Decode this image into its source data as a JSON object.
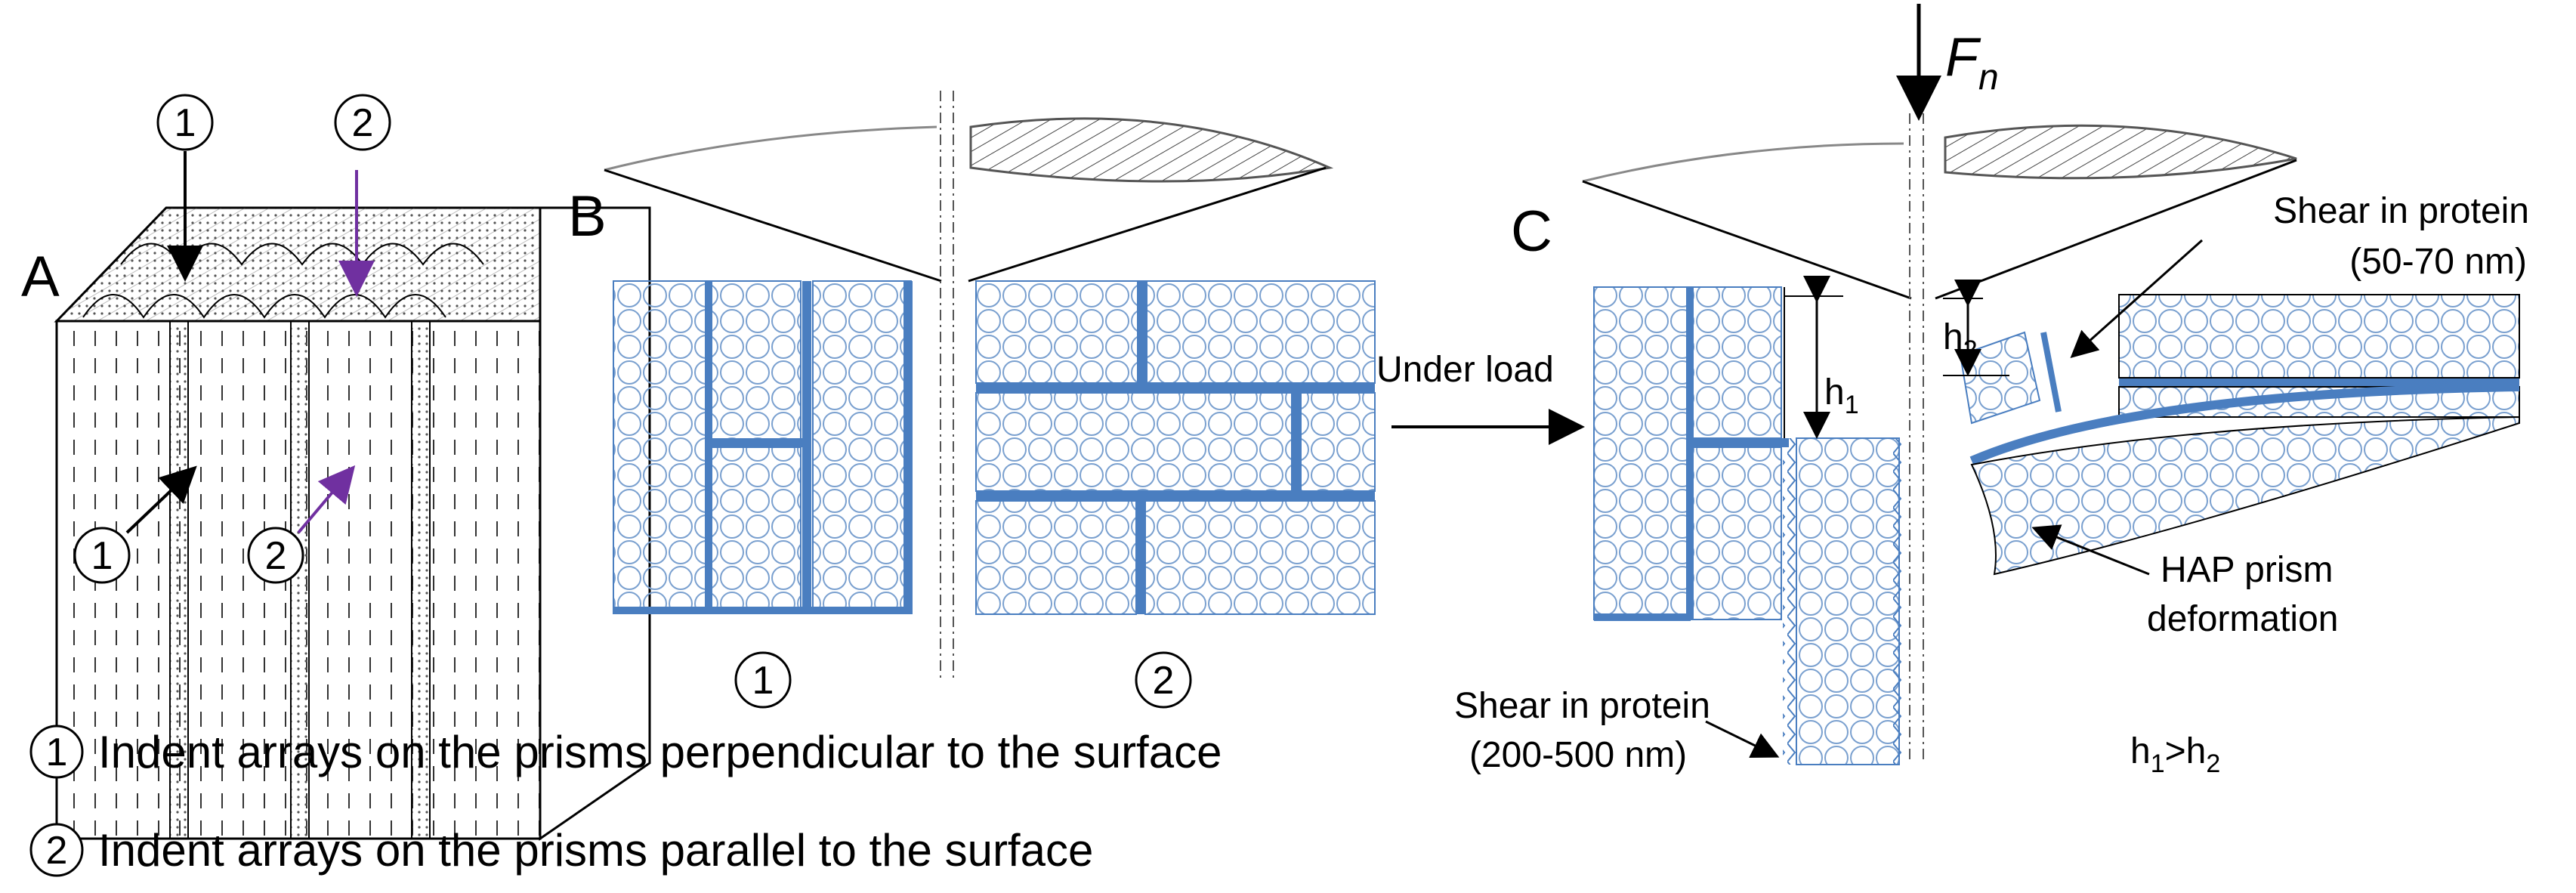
{
  "panels": {
    "a": "A",
    "b": "B",
    "c": "C"
  },
  "markers": {
    "one": "1",
    "two": "2"
  },
  "labels": {
    "under_load": "Under load",
    "force_symbol": "F",
    "force_sub": "n",
    "h1_base": "h",
    "h1_sub": "1",
    "h2_base": "h",
    "h2_sub": "2",
    "shear_c_line1": "Shear in protein",
    "shear_c_line2": "(50-70 nm)",
    "shear_b_line1": "Shear in protein",
    "shear_b_line2": "(200-500 nm)",
    "hap_line1": "HAP prism",
    "hap_line2": "deformation",
    "compare_h": "h",
    "compare_sub1": "1",
    "compare_gt": ">h",
    "compare_sub2": "2"
  },
  "legend": [
    {
      "marker": "1",
      "text": "Indent arrays on the prisms perpendicular to the surface"
    },
    {
      "marker": "2",
      "text": "Indent arrays on the prisms parallel to the surface"
    }
  ],
  "colors": {
    "prism_blue": "#4a7ec0",
    "circle_blue": "#7aa0cf",
    "purple": "#7030a0",
    "ink": "#000000"
  }
}
